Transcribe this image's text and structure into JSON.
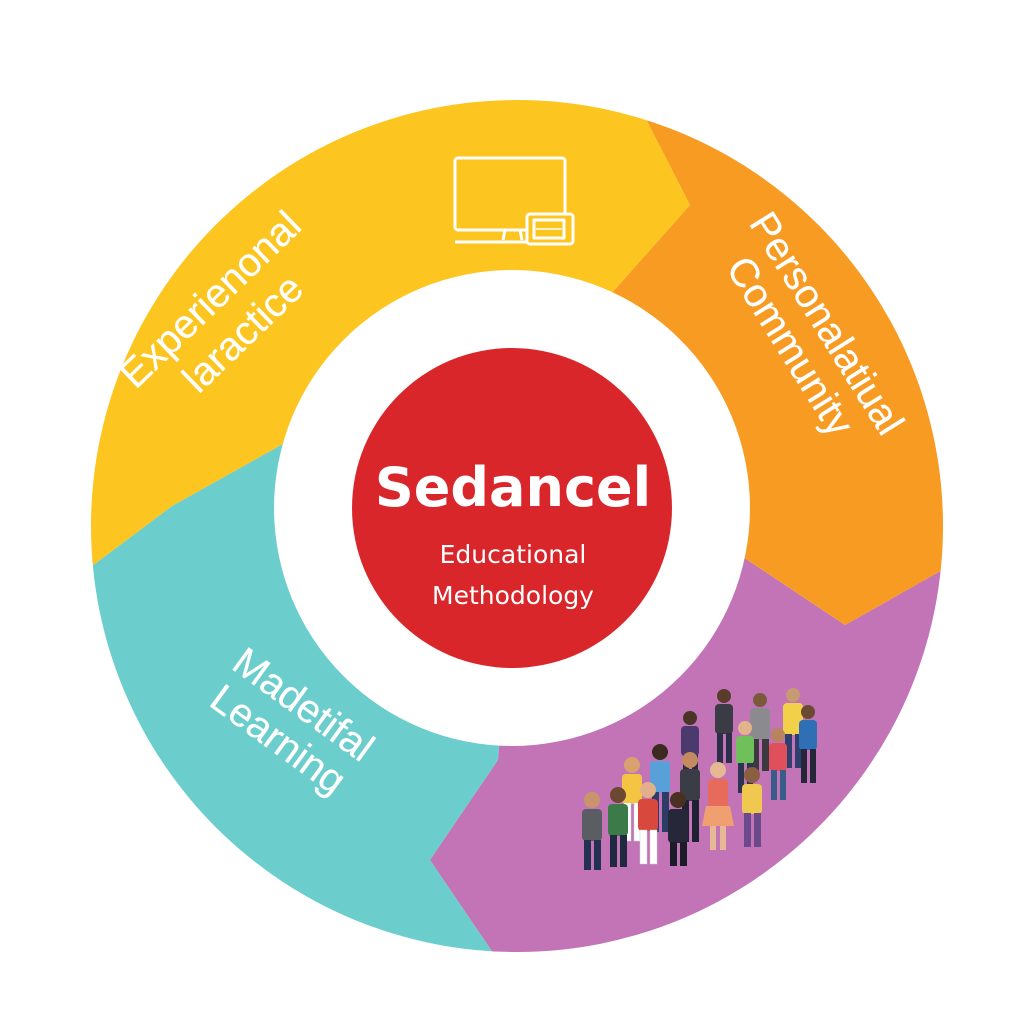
{
  "center": {
    "title": "Sedancel",
    "subtitle_line1": "Educational",
    "subtitle_line2": "Methodology"
  },
  "segments": [
    {
      "id": "yellow",
      "line1": "Experienonal",
      "line2": "laractice",
      "color": "#FCC520"
    },
    {
      "id": "orange",
      "line1": "Personalatiual",
      "line2": "Community",
      "color": "#F89B22"
    },
    {
      "id": "purple",
      "line1": "",
      "line2": "",
      "color": "#C274B7"
    },
    {
      "id": "teal",
      "line1": "Madetifal",
      "line2": "Learning",
      "color": "#6CCDCD"
    }
  ],
  "colors": {
    "center_red": "#D9262B",
    "inner_ring": "#ffffff",
    "background": "#ffffff"
  },
  "icons": [
    "monitor-tablet-icon",
    "people-crowd-illustration"
  ]
}
